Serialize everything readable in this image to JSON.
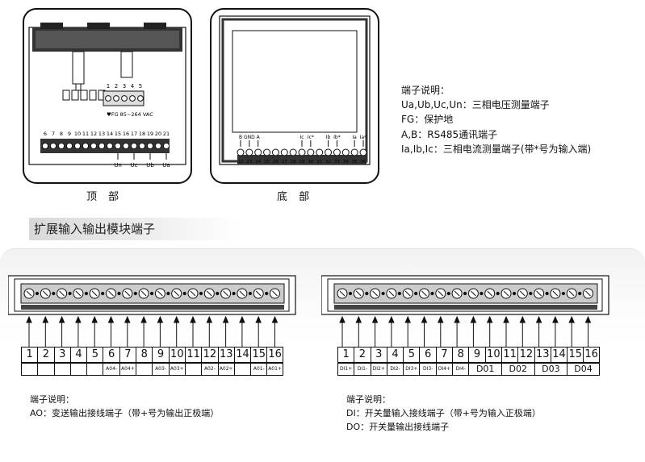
{
  "top_view": {
    "caption": "顶 部",
    "power_terminals": [
      "1",
      "2",
      "3",
      "4",
      "5"
    ],
    "power_label": "♥FG 85~264 VAC",
    "signal_terminals": [
      "6",
      "7",
      "8",
      "9",
      "10",
      "11",
      "12",
      "13",
      "14",
      "15",
      "16",
      "17",
      "18",
      "19",
      "20",
      "21"
    ],
    "phase_labels": [
      "Un",
      "Uc",
      "Ub",
      "Ua"
    ]
  },
  "bottom_view": {
    "caption": "底 部",
    "top_labels": [
      "B",
      "GND",
      "A",
      "Ic",
      "Ic*",
      "Ib",
      "Ib*",
      "Ia",
      "Ia*"
    ],
    "terminals": [
      "22",
      "23",
      "24",
      "25",
      "26",
      "27",
      "28",
      "29",
      "30",
      "31",
      "32",
      "33",
      "34",
      "35",
      "36"
    ]
  },
  "terminal_notes": {
    "heading": "端子说明：",
    "lines": [
      "Ua,Ub,Uc,Un：三相电压测量端子",
      "FG：保护地",
      "A,B：RS485通讯端子",
      "Ia,Ib,Ic：三相电流测量端子(带*号为输入端)"
    ]
  },
  "section_title": "扩展输入输出模块端子",
  "ao_module": {
    "numbers": [
      "1",
      "2",
      "3",
      "4",
      "5",
      "6",
      "7",
      "8",
      "9",
      "10",
      "11",
      "12",
      "13",
      "14",
      "15",
      "16"
    ],
    "sublabels": [
      "",
      "",
      "",
      "",
      "",
      "A04-",
      "A04+",
      "",
      "A03-",
      "A03+",
      "",
      "A02-",
      "A02+",
      "",
      "A01-",
      "A01+"
    ],
    "notes_heading": "端子说明：",
    "notes": [
      "AO：变送输出接线端子（带+号为输出正极端）"
    ]
  },
  "di_module": {
    "numbers": [
      "1",
      "2",
      "3",
      "4",
      "5",
      "6",
      "7",
      "8",
      "9",
      "10",
      "11",
      "12",
      "13",
      "14",
      "15",
      "16"
    ],
    "sublabels": [
      "DI1+",
      "DI1-",
      "DI2+",
      "DI2-",
      "DI3+",
      "DI3-",
      "DI4+",
      "DI4-"
    ],
    "do_labels": [
      "D01",
      "D02",
      "D03",
      "D04"
    ],
    "notes_heading": "端子说明：",
    "notes": [
      "DI：开关量输入接线端子（带+号为输入正极端）",
      "DO：开关量输出接线端子"
    ]
  }
}
